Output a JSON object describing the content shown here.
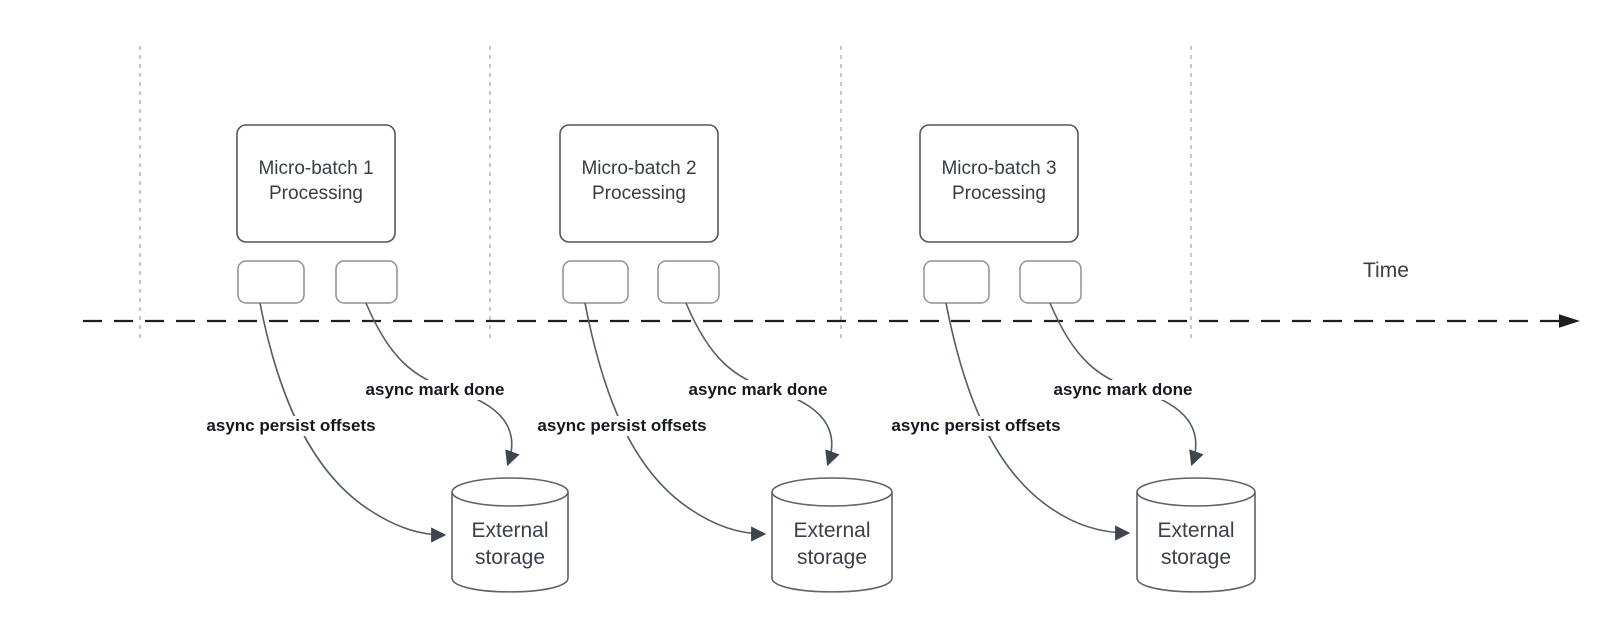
{
  "timeline": {
    "label": "Time"
  },
  "groups": [
    {
      "title": "Micro-batch 1\nProcessing",
      "persist_label": "async persist offsets",
      "done_label": "async mark done",
      "storage_label": "External\nstorage"
    },
    {
      "title": "Micro-batch 2\nProcessing",
      "persist_label": "async persist offsets",
      "done_label": "async mark done",
      "storage_label": "External\nstorage"
    },
    {
      "title": "Micro-batch 3\nProcessing",
      "persist_label": "async persist offsets",
      "done_label": "async mark done",
      "storage_label": "External\nstorage"
    }
  ],
  "colors": {
    "background": "#ffffff",
    "big_box_stroke": "#565656",
    "small_box_stroke": "#919191",
    "cylinder_stroke": "#5c636e",
    "curve_stroke": "#545c68",
    "arrowhead_fill": "#3e454f",
    "timeline_stroke": "#1e1e1e",
    "guide_stroke": "#b4b4b4",
    "title_text": "#383d45",
    "bold_label_text": "#15181e",
    "storage_text": "#3a414c",
    "time_text": "#3c3c3c"
  }
}
